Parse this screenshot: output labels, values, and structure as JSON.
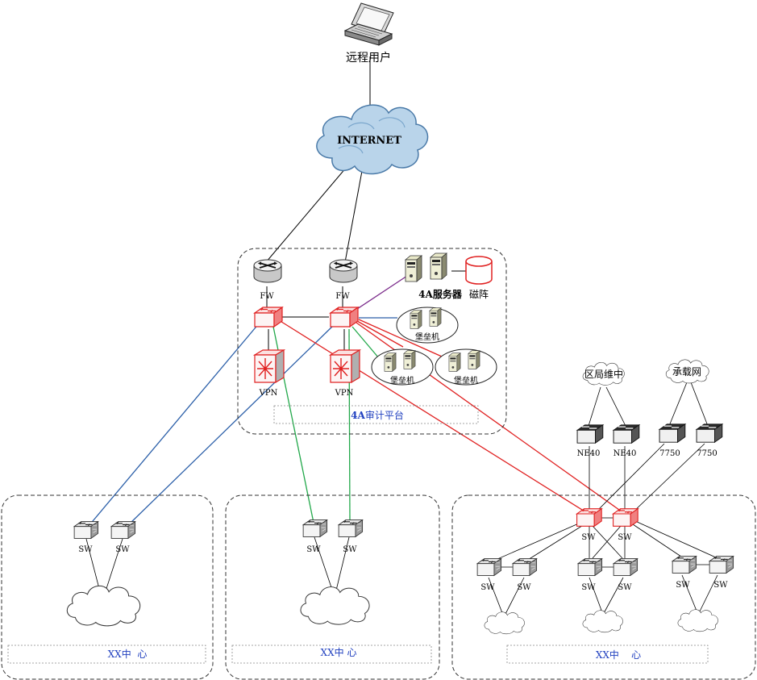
{
  "remote_user": "远程用户",
  "internet": "INTERNET",
  "platform": {
    "fw": "FW",
    "vpn": "VPN",
    "server": "4A服务器",
    "disk": "磁阵",
    "bastion": "堡垒机",
    "label_prefix": "4A",
    "label_rest": "审计平台"
  },
  "sw": "SW",
  "clouds": {
    "district": "区局维中",
    "bearer": "承载网"
  },
  "routers": {
    "ne40": "NE40",
    "r7750": "7750"
  },
  "centers": {
    "c1": "XX中  心",
    "c2": "XX中 心",
    "c3": "XX中    心"
  },
  "colors": {
    "blue_link": "#2a5ea8",
    "red_link": "#e02020",
    "green_link": "#22a84a",
    "purple_link": "#7a2a8a",
    "label_blue": "#1f3fbf"
  }
}
